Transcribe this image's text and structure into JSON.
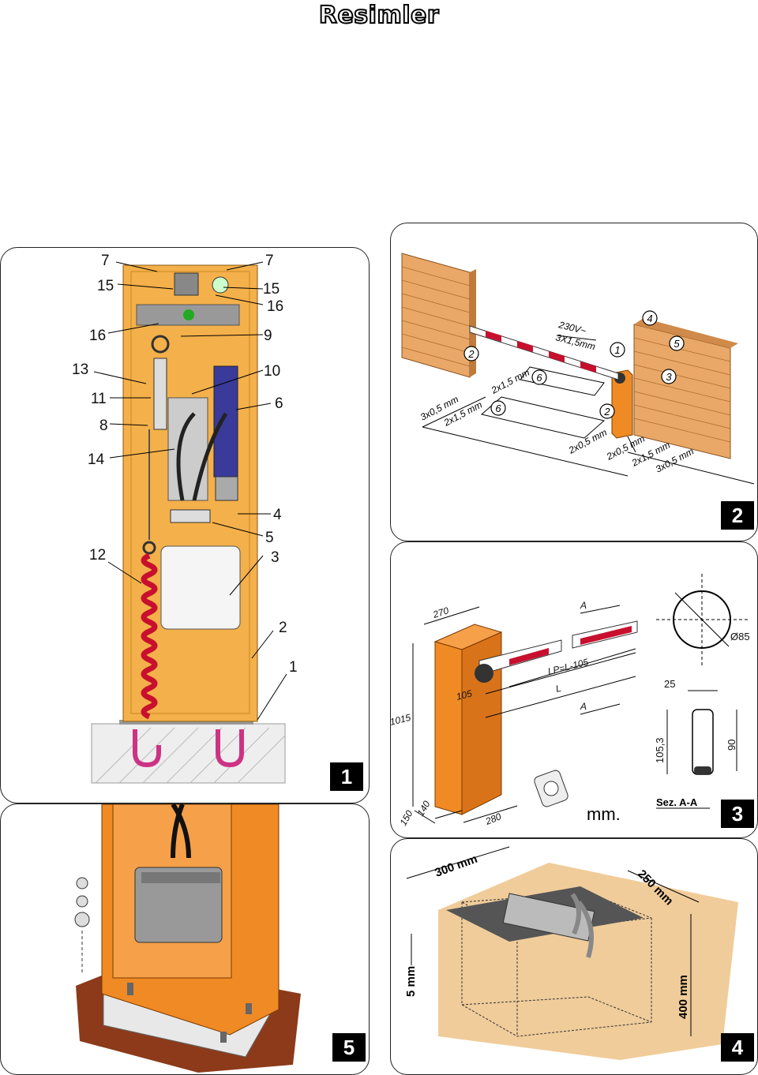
{
  "title": "Resimler",
  "panels": {
    "p1": {
      "badge": "1",
      "callouts": [
        "7",
        "15",
        "16",
        "13",
        "11",
        "8",
        "14",
        "12",
        "7",
        "15",
        "16",
        "9",
        "10",
        "6",
        "4",
        "5",
        "3",
        "2",
        "1"
      ]
    },
    "p2": {
      "badge": "2",
      "voltage": "230V~",
      "cable_main": "3X1,5mm",
      "sup2": "2",
      "circles": [
        "2",
        "1",
        "4",
        "5",
        "6",
        "6",
        "2",
        "3"
      ],
      "cables": [
        "3x0,5 mm",
        "2x1,5 mm",
        "2x1,5 mm",
        "2x0,5 mm",
        "2x0,5 mm",
        "2x1,5 mm",
        "3x0,5 mm"
      ]
    },
    "p3": {
      "badge": "3",
      "dims": {
        "d270": "270",
        "dA": "A",
        "dA2": "A",
        "lp": "LP=L-105",
        "l": "L",
        "d105": "105",
        "d1015": "1015",
        "d150": "150",
        "d140": "140",
        "d280": "280",
        "d85": "Ø85",
        "d25": "25",
        "d1053": "105,3",
        "d90": "90"
      },
      "unit": "mm.",
      "section": "Sez. A-A"
    },
    "p4": {
      "badge": "4",
      "dims": {
        "w": "300 mm",
        "d": "250 mm",
        "h": "400 mm",
        "t": "5 mm"
      }
    },
    "p5": {
      "badge": "5"
    }
  },
  "colors": {
    "orange": "#f08a24",
    "cabinet": "#f4b04a",
    "brick": "#e9a867",
    "red": "#c8102e",
    "magenta": "#cc3385"
  }
}
